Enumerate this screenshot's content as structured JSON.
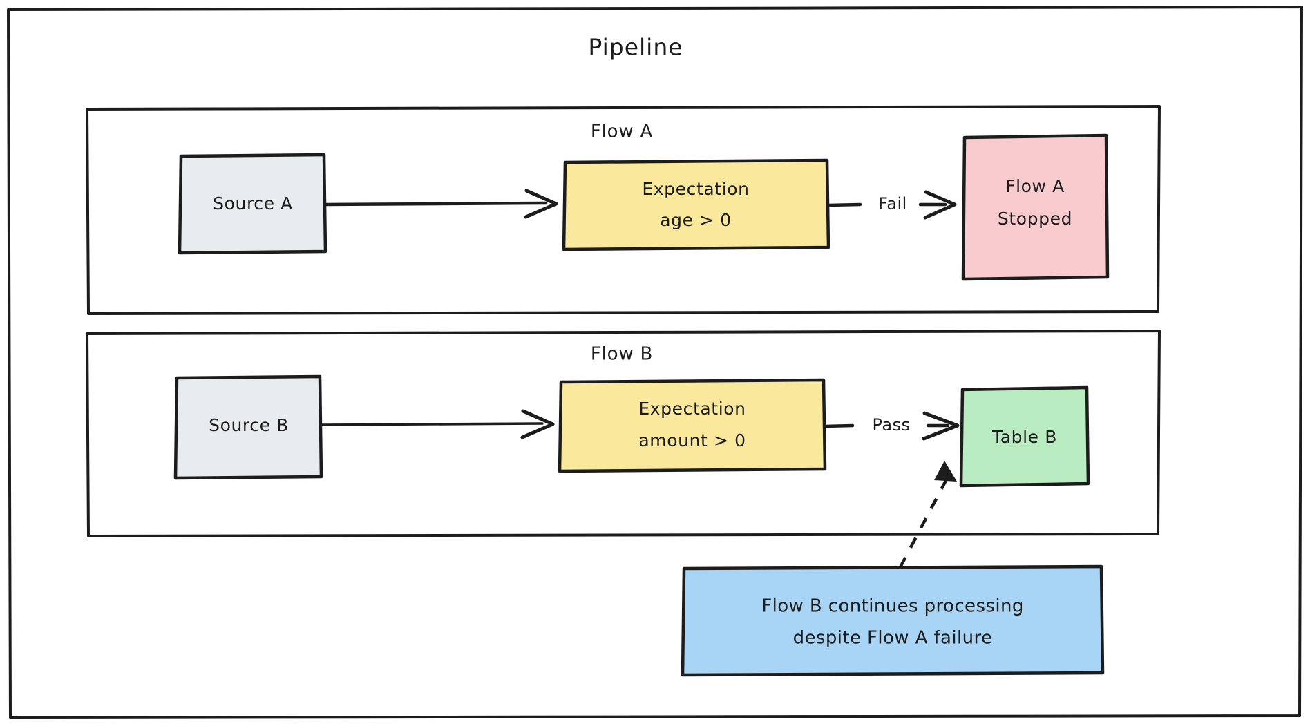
{
  "diagram": {
    "title": "Pipeline",
    "groups": [
      {
        "id": "flow-a",
        "label": "Flow A",
        "nodes": [
          {
            "id": "source-a",
            "label": "Source A",
            "shape": "rect",
            "fill": "#e8ecef"
          },
          {
            "id": "expectation-a",
            "label_line1": "Expectation",
            "label_line2": "age > 0",
            "shape": "rect",
            "fill": "#fae99c"
          },
          {
            "id": "flow-a-stopped",
            "label_line1": "Flow A",
            "label_line2": "Stopped",
            "shape": "rect",
            "fill": "#f8ccce"
          }
        ],
        "edges": [
          {
            "from": "source-a",
            "to": "expectation-a",
            "label": ""
          },
          {
            "from": "expectation-a",
            "to": "flow-a-stopped",
            "label": "Fail"
          }
        ]
      },
      {
        "id": "flow-b",
        "label": "Flow B",
        "nodes": [
          {
            "id": "source-b",
            "label": "Source B",
            "shape": "rect",
            "fill": "#e8ecef"
          },
          {
            "id": "expectation-b",
            "label_line1": "Expectation",
            "label_line2": "amount > 0",
            "shape": "rect",
            "fill": "#fae99c"
          },
          {
            "id": "table-b",
            "label": "Table B",
            "shape": "rect",
            "fill": "#b9ecc1"
          }
        ],
        "edges": [
          {
            "from": "source-b",
            "to": "expectation-b",
            "label": ""
          },
          {
            "from": "expectation-b",
            "to": "table-b",
            "label": "Pass"
          }
        ]
      }
    ],
    "annotation": {
      "id": "note-flow-b",
      "line1": "Flow B continues processing",
      "line2": "despite Flow A failure",
      "fill": "#a8d4f5",
      "connector": {
        "to": "table-b",
        "style": "dashed"
      }
    },
    "colors": {
      "stroke": "#1c1c1c",
      "background": "#ffffff",
      "source_fill": "#e8ecef",
      "expectation_fill": "#fae99c",
      "failure_fill": "#f8ccce",
      "success_fill": "#b9ecc1",
      "note_fill": "#a8d4f5"
    }
  }
}
